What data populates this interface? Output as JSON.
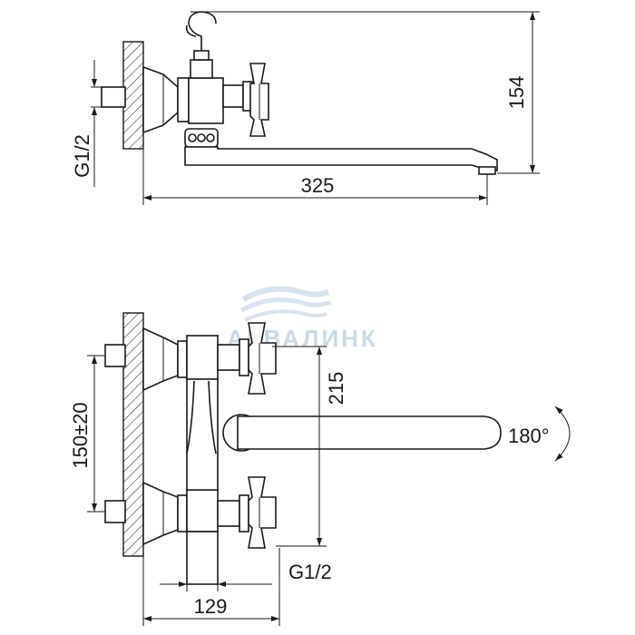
{
  "watermark": {
    "brand": "АКВАЛИНК",
    "logo_icon": "wave-logo-icon"
  },
  "top_view": {
    "length_label": "325",
    "height_label": "154",
    "thread_label": "G1/2"
  },
  "front_view": {
    "height_label": "215",
    "center_distance_label": "150±20",
    "depth_label": "129",
    "thread_label": "G1/2",
    "rotation_label": "180°"
  },
  "colors": {
    "line": "#1a1a1a",
    "watermark": "#c9d9e8",
    "background": "#ffffff"
  }
}
